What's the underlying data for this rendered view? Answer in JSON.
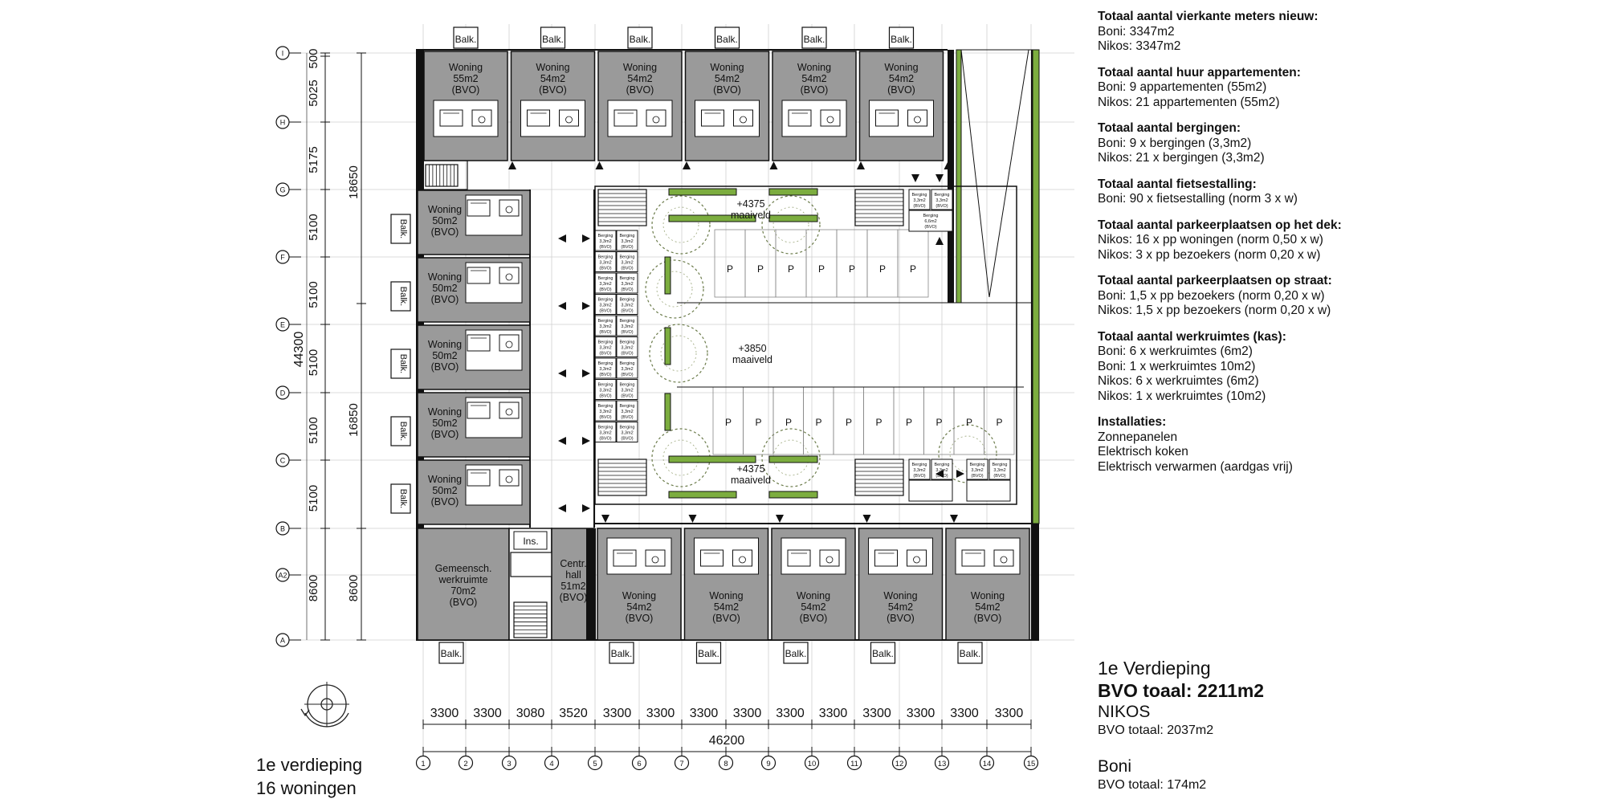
{
  "notes": [
    {
      "title": "Totaal aantal vierkante meters nieuw:",
      "lines": [
        "Boni: 3347m2",
        "Nikos: 3347m2"
      ]
    },
    {
      "title": "Totaal aantal huur appartementen:",
      "lines": [
        "Boni: 9 appartementen (55m2)",
        "Nikos: 21 appartementen (55m2)"
      ]
    },
    {
      "title": "Totaal aantal bergingen:",
      "lines": [
        "Boni: 9 x bergingen (3,3m2)",
        "Nikos: 21 x bergingen (3,3m2)"
      ]
    },
    {
      "title": "Totaal aantal fietsestalling:",
      "lines": [
        "Boni: 90 x fietsestalling (norm 3 x w)"
      ]
    },
    {
      "title": "Totaal aantal parkeerplaatsen op het dek:",
      "lines": [
        "Nikos: 16 x pp woningen (norm 0,50 x w)",
        "Nikos: 3 x pp bezoekers (norm 0,20 x w)"
      ]
    },
    {
      "title": "Totaal aantal parkeerplaatsen op straat:",
      "lines": [
        "Boni: 1,5 x  pp bezoekers (norm 0,20 x w)",
        "Nikos: 1,5 x pp bezoekers (norm 0,20 x w)"
      ]
    },
    {
      "title": "Totaal aantal werkruimtes (kas):",
      "lines": [
        "Boni: 6 x werkruimtes (6m2)",
        "Boni: 1 x werkruimtes 10m2)",
        "Nikos: 6 x werkruimtes (6m2)",
        "Nikos: 1 x werkruimtes (10m2)"
      ]
    },
    {
      "title": "Installaties:",
      "lines": [
        "Zonnepanelen",
        "Elektrisch koken",
        "Elektrisch verwarmen (aardgas vrij)"
      ]
    }
  ],
  "summary": {
    "floor": "1e Verdieping",
    "bvo_total": "BVO toaal: 2211m2",
    "nikos": "NIKOS",
    "nikos_bvo": "BVO totaal: 2037m2",
    "boni": "Boni",
    "boni_bvo": "BVO totaal: 174m2"
  },
  "caption": {
    "line1": "1e verdieping",
    "line2": "16 woningen"
  },
  "plan": {
    "balcony_label": "Balk.",
    "parking_label": "P",
    "storage_label": [
      "Berging",
      "3,3m2",
      "(BVO)"
    ],
    "storage_large_label": [
      "Berging",
      "6,6m2",
      "(BVO)"
    ],
    "installation_label": "Ins.",
    "top_units": [
      {
        "label": [
          "Woning",
          "55m2",
          "(BVO)"
        ]
      },
      {
        "label": [
          "Woning",
          "54m2",
          "(BVO)"
        ]
      },
      {
        "label": [
          "Woning",
          "54m2",
          "(BVO)"
        ]
      },
      {
        "label": [
          "Woning",
          "54m2",
          "(BVO)"
        ]
      },
      {
        "label": [
          "Woning",
          "54m2",
          "(BVO)"
        ]
      },
      {
        "label": [
          "Woning",
          "54m2",
          "(BVO)"
        ]
      }
    ],
    "left_units": [
      {
        "label": [
          "Woning",
          "50m2",
          "(BVO)"
        ]
      },
      {
        "label": [
          "Woning",
          "50m2",
          "(BVO)"
        ]
      },
      {
        "label": [
          "Woning",
          "50m2",
          "(BVO)"
        ]
      },
      {
        "label": [
          "Woning",
          "50m2",
          "(BVO)"
        ]
      },
      {
        "label": [
          "Woning",
          "50m2",
          "(BVO)"
        ]
      }
    ],
    "bottom_units": [
      {
        "label": [
          "Woning",
          "54m2",
          "(BVO)"
        ]
      },
      {
        "label": [
          "Woning",
          "54m2",
          "(BVO)"
        ]
      },
      {
        "label": [
          "Woning",
          "54m2",
          "(BVO)"
        ]
      },
      {
        "label": [
          "Woning",
          "54m2",
          "(BVO)"
        ]
      },
      {
        "label": [
          "Woning",
          "54m2",
          "(BVO)"
        ]
      }
    ],
    "werkruimte_label": [
      "Gemeensch.",
      "werkruimte",
      "70m2",
      "(BVO)"
    ],
    "hall_label": [
      "Centr.",
      "hall",
      "51m2",
      "(BVO)"
    ],
    "level_labels": [
      [
        "+4375",
        "maaiveld"
      ],
      [
        "+3850",
        "maaiveld"
      ],
      [
        "+4375",
        "maaiveld"
      ]
    ],
    "column_grid": [
      "1",
      "2",
      "3",
      "4",
      "5",
      "6",
      "7",
      "8",
      "9",
      "10",
      "11",
      "12",
      "13",
      "14",
      "15"
    ],
    "column_dims": [
      "3300",
      "3300",
      "3080",
      "3520",
      "3300",
      "3300",
      "3300",
      "3300",
      "3300",
      "3300",
      "3300",
      "3300",
      "3300",
      "3300"
    ],
    "column_total": "46200",
    "row_grid": [
      "I",
      "H",
      "G",
      "F",
      "E",
      "D",
      "C",
      "B",
      "A2",
      "A"
    ],
    "row_dims": [
      "500",
      "5025",
      "5175",
      "5100",
      "5100",
      "5100",
      "5100",
      "5100",
      "8600"
    ],
    "row_group_dims": [
      "18650",
      "16850",
      "8600"
    ],
    "row_total": "44300"
  }
}
